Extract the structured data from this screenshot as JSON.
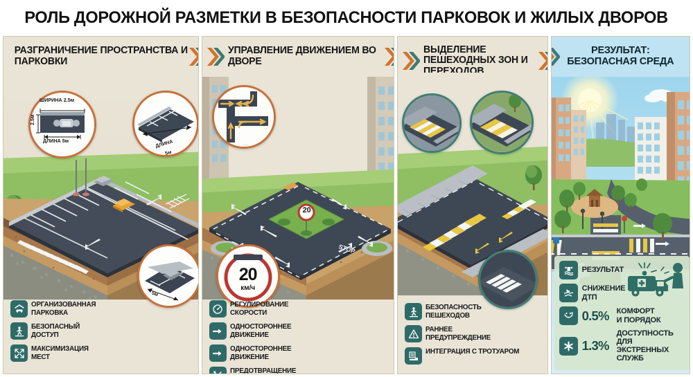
{
  "title": "РОЛЬ ДОРОЖНОЙ РАЗМЕТКИ В БЕЗОПАСНОСТИ ПАРКОВОК И ЖИЛЫХ ДВОРОВ",
  "colors": {
    "panel_bg": "#e9e4d6",
    "chevron_orange": "#d4722c",
    "chevron_teal": "#3d7a73",
    "icon_teal": "#2e6b68",
    "sky_blue": "#bfe3f2",
    "asphalt": "#3b4450",
    "marking_white": "#f2f4f4",
    "marking_yellow": "#e8c741",
    "sign_red": "#b9382f",
    "results_green": "#d6e6cd",
    "accent_green": "#1d4f4c"
  },
  "panels": [
    {
      "id": "panel-1",
      "header": "РАЗГРАНИЧЕНИЕ\nПРОСТРАНСТВА И ПАРКОВКИ",
      "callouts": [
        {
          "name": "parking-space-dimensions",
          "labels": [
            "ШИРИНА 2.5м",
            "2.5м",
            "ДЛИНА 5м"
          ]
        },
        {
          "name": "parking-row-length",
          "labels": [
            "ДЛИНА",
            "5м"
          ]
        },
        {
          "name": "single-space-length",
          "labels": [
            "5м"
          ]
        }
      ],
      "legend": [
        {
          "icon": "car-shelter-icon",
          "label": "ОРГАНИЗОВАННАЯ\nПАРКОВКА"
        },
        {
          "icon": "pedestrian-icon",
          "label": "БЕЗОПАСНЫЙ\nДОСТУП"
        },
        {
          "icon": "expand-arrows-icon",
          "label": "МАКСИМИЗАЦИЯ\nМЕСТ"
        }
      ]
    },
    {
      "id": "panel-2",
      "header": "УПРАВЛЕНИЕ\nДВИЖЕНИЕМ ВО ДВОРЕ",
      "callouts": [
        {
          "name": "lane-direction-diagram",
          "labels": []
        },
        {
          "name": "speed-limit-sign",
          "labels": [
            "20",
            "км/ч"
          ]
        }
      ],
      "scene_labels": [
        "20",
        "STOP",
        "STOP"
      ],
      "legend": [
        {
          "icon": "speedometer-icon",
          "label": "РЕГУЛИРОВАНИЕ\nСКОРОСТИ"
        },
        {
          "icon": "arrow-right-icon",
          "label": "ОДНОСТОРОННЕЕ\nДВИЖЕНИЕ"
        },
        {
          "icon": "arrow-right-icon",
          "label": "ОДНОСТОРОННЕЕ\nДВИЖЕНИЕ"
        },
        {
          "icon": "tools-icon",
          "label": "ПРЕДОТВРАЩЕНИЕ\nКОНФЛИКТОВ"
        }
      ]
    },
    {
      "id": "panel-3",
      "header": "ВЫДЕЛЕНИЕ\nПЕШЕХОДНЫХ ЗОН\nИ ПЕРЕХОДОВ",
      "callouts": [
        {
          "name": "crosswalk-zebra-left",
          "labels": []
        },
        {
          "name": "crosswalk-zebra-right",
          "labels": []
        },
        {
          "name": "crosswalk-zebra-bottom",
          "labels": []
        }
      ],
      "legend": [
        {
          "icon": "pedestrian-icon",
          "label": "БЕЗОПАСНОСТЬ\nПЕШЕХОДОВ"
        },
        {
          "icon": "warning-triangle-icon",
          "label": "РАННЕЕ\nПРЕДУПРЕЖДЕНИЕ"
        },
        {
          "icon": "sidewalk-icon",
          "label": "ИНТЕГРАЦИЯ С ТРОТУАРОМ"
        }
      ]
    },
    {
      "id": "panel-4",
      "header": "РЕЗУЛЬТАТ:\nБЕЗОПАСНАЯ СРЕДА",
      "results": [
        {
          "icon": "result-icon",
          "value": "",
          "label": "РЕЗУЛЬТАТ"
        },
        {
          "icon": "crash-reduction-icon",
          "value": "",
          "label": "СНИЖЕНИЕ\nДТП"
        },
        {
          "icon": "smiley-icon",
          "value": "0.5%",
          "label": "КОМФОРТ\nИ ПОРЯДОК"
        },
        {
          "icon": "medical-star-icon",
          "value": "1.3%",
          "label": "ДОСТУПНОСТЬ\nДЛЯ ЭКСТРЕННЫХ\nСЛУЖБ"
        }
      ]
    }
  ]
}
